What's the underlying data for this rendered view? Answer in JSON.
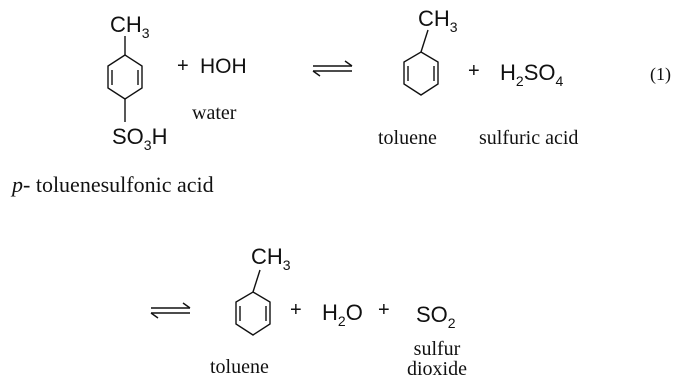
{
  "reaction1": {
    "reactant": {
      "top_group": {
        "base": "CH",
        "sub": "3"
      },
      "bottom_group": {
        "pre": "SO",
        "sub": "3",
        "post": "H"
      },
      "name": "- toluenesulfonic acid",
      "name_prefix": "p"
    },
    "plus1": "+",
    "water": {
      "formula": "HOH",
      "name": "water"
    },
    "arrow": "⇌",
    "product1": {
      "top_group": {
        "base": "CH",
        "sub": "3"
      },
      "name": "toluene"
    },
    "plus2": "+",
    "product2": {
      "pre": "H",
      "sub1": "2",
      "mid": "SO",
      "sub2": "4",
      "name": "sulfuric acid"
    },
    "equation_number": "(1)"
  },
  "reaction2": {
    "arrow": "⇌",
    "product1": {
      "top_group": {
        "base": "CH",
        "sub": "3"
      },
      "name": "toluene"
    },
    "plus1": "+",
    "water": {
      "pre": "H",
      "sub": "2",
      "post": "O"
    },
    "plus2": "+",
    "sulfur_dioxide": {
      "pre": "SO",
      "sub": "2",
      "name_line1": "sulfur",
      "name_line2": "dioxide"
    }
  }
}
